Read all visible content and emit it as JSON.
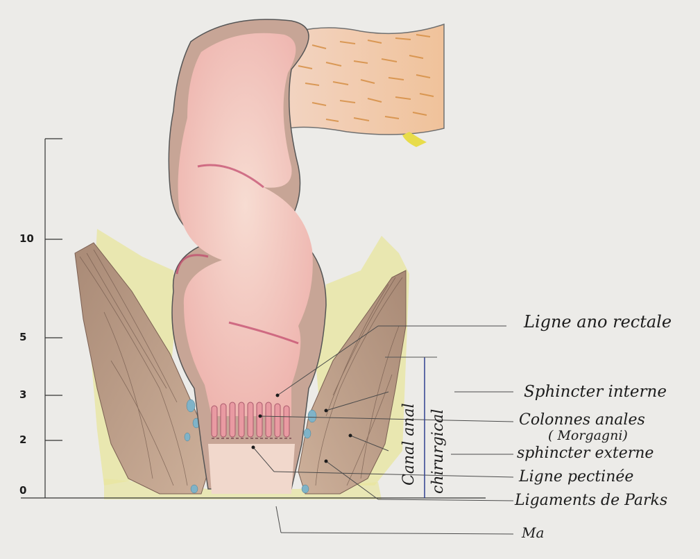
{
  "scale": {
    "ticks": [
      "10",
      "5",
      "3",
      "2",
      "0"
    ]
  },
  "labels": {
    "ligne_ano_rectale": "Ligne ano rectale",
    "sphincter_interne": "Sphincter interne",
    "colonnes_anales": "Colonnes anales",
    "morgagni": "( Morgagni)",
    "sphincter_externe": "sphincter externe",
    "ligne_pectinee": "Ligne pectinée",
    "ligaments_parks": "Ligaments de Parks",
    "ma": "Ma"
  },
  "bracket": {
    "canal_anal": "Canal anal",
    "chirurgical": "chirurgical"
  },
  "colors": {
    "mucosa": "#f2c6bf",
    "wall": "#8a6d62",
    "muscle": "#b8957c",
    "fat": "#e6e39a",
    "colon": "#f0c08a",
    "bracket_line": "#2f3f8f"
  }
}
